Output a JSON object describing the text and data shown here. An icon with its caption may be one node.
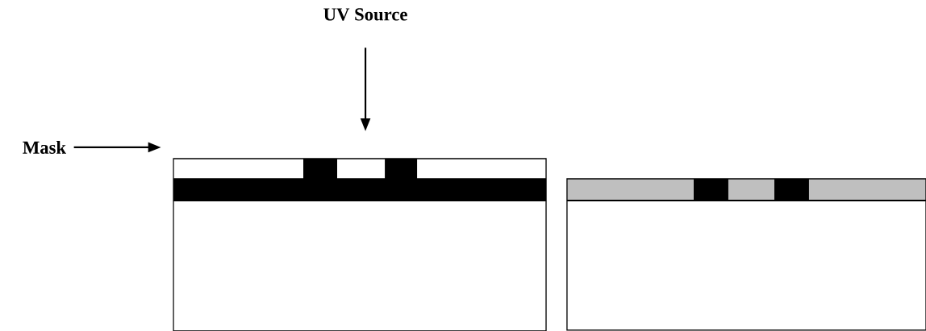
{
  "diagram": {
    "nodes": [
      {
        "text": [
          "UV Source"
        ]
      },
      {
        "text": [
          "Mask"
        ]
      },
      {
        "text": [],
        "shape": "box"
      },
      {
        "text": [],
        "shape": "box"
      }
    ],
    "edges": [
      {
        "from": 0,
        "to": 2,
        "arrow": "to"
      },
      {
        "from": 1,
        "to": 2,
        "arrow": "to"
      }
    ]
  }
}
